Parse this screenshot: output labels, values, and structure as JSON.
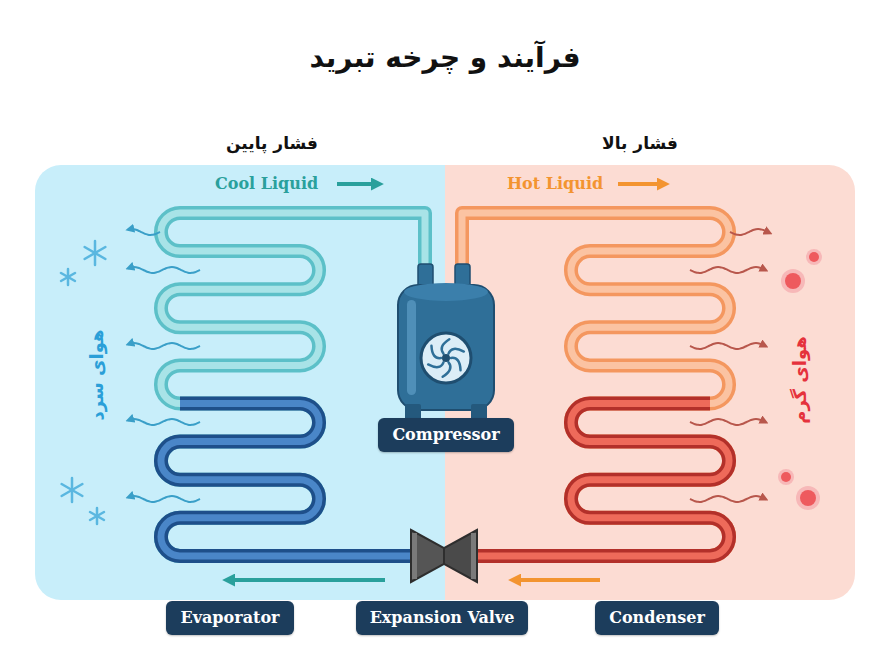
{
  "diagram": {
    "title": "فرآیند و چرخه تبرید",
    "nodes": [
      {
        "text": [
          "فشار پایین",
          "Cool Liquid",
          "هوای سرد"
        ]
      },
      {
        "text": [
          "فشار بالا",
          "Hot Liquid",
          "هوای گرم"
        ]
      },
      {
        "text": [
          "Compressor"
        ]
      },
      {
        "text": [
          "Evaporator"
        ]
      },
      {
        "text": [
          "Expansion Valve"
        ]
      },
      {
        "text": [
          "Condenser"
        ]
      }
    ]
  }
}
